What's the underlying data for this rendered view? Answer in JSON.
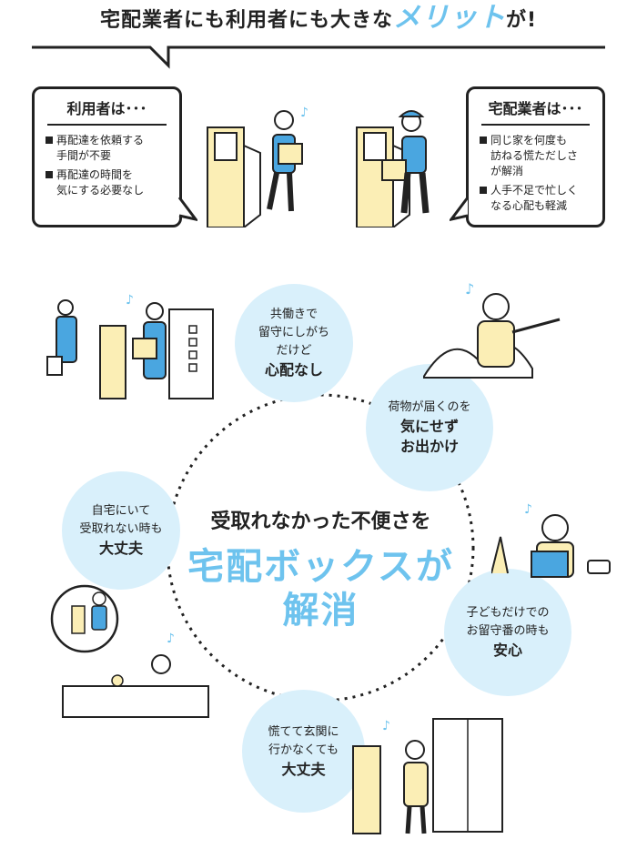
{
  "header": {
    "title_prefix": "宅配業者にも利用者にも大きな",
    "title_accent": "メリット",
    "title_suffix": "が!"
  },
  "user_card": {
    "title": "利用者は･･･",
    "items": [
      "再配達を依頼する\n手間が不要",
      "再配達の時間を\n気にする必要なし"
    ]
  },
  "courier_card": {
    "title": "宅配業者は･･･",
    "items": [
      "同じ家を何度も\n訪ねる慌ただしさ\nが解消",
      "人手不足で忙しく\nなる心配も軽減"
    ]
  },
  "center": {
    "subtitle": "受取れなかった不便さを",
    "main_line1": "宅配ボックスが",
    "main_line2": "解消"
  },
  "bubbles": [
    {
      "text": "共働きで\n留守にしがち\nだけど",
      "strong": "心配なし"
    },
    {
      "text": "荷物が届くのを",
      "strong": "気にせず\nお出かけ"
    },
    {
      "text": "自宅にいて\n受取れない時も",
      "strong": "大丈夫"
    },
    {
      "text": "子どもだけでの\nお留守番の時も",
      "strong": "安心"
    },
    {
      "text": "慌てて玄関に\n行かなくても",
      "strong": "大丈夫"
    }
  ],
  "colors": {
    "accent": "#6ec3ee",
    "bubble": "#d9f0fb",
    "box": "#fbeeb5",
    "shirt": "#4aa6e0",
    "outline": "#222222"
  }
}
